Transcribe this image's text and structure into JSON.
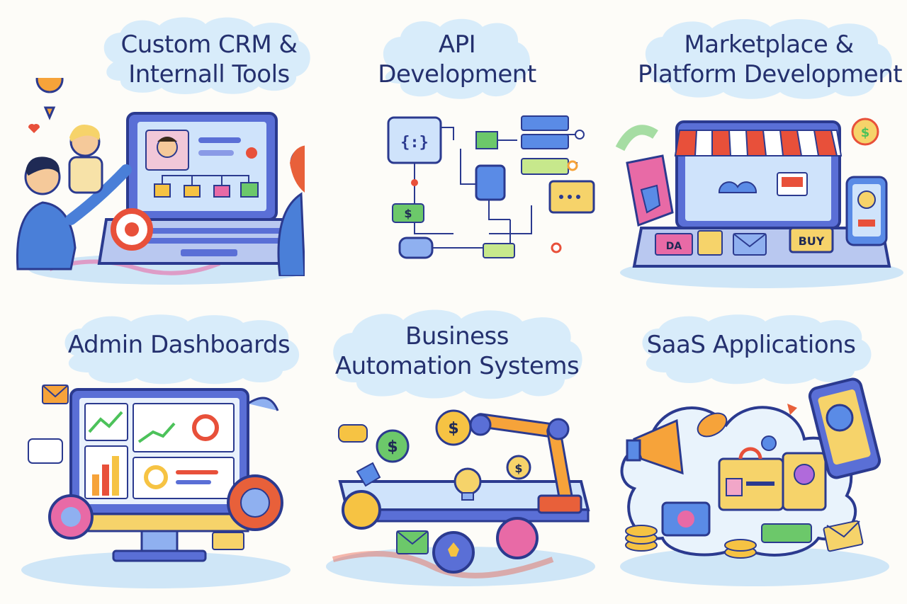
{
  "tiles": [
    {
      "title_lines": [
        "Custom CRM &",
        "Internall Tools"
      ],
      "icon": "crm-laptop-team"
    },
    {
      "title_lines": [
        "API",
        "Development"
      ],
      "icon": "api-flow-diagram"
    },
    {
      "title_lines": [
        "Marketplace &",
        "Platform Development"
      ],
      "icon": "storefront-laptop"
    },
    {
      "title_lines": [
        "Admin Dashboards"
      ],
      "icon": "dashboard-monitor"
    },
    {
      "title_lines": [
        "Business",
        "Automation Systems"
      ],
      "icon": "robot-arm-conveyor"
    },
    {
      "title_lines": [
        "SaaS Applications"
      ],
      "icon": "cloud-apps"
    }
  ],
  "marketplace": {
    "buy_label": "BUY",
    "tag_label": "DA"
  },
  "api": {
    "code_label": "{:}"
  },
  "colors": {
    "title_text": "#24306e",
    "cloud_fill": "#d8ecfa",
    "outline": "#2b3a8f",
    "accent_red": "#e8503a",
    "accent_yellow": "#f6c343",
    "accent_green": "#4cc25a"
  }
}
